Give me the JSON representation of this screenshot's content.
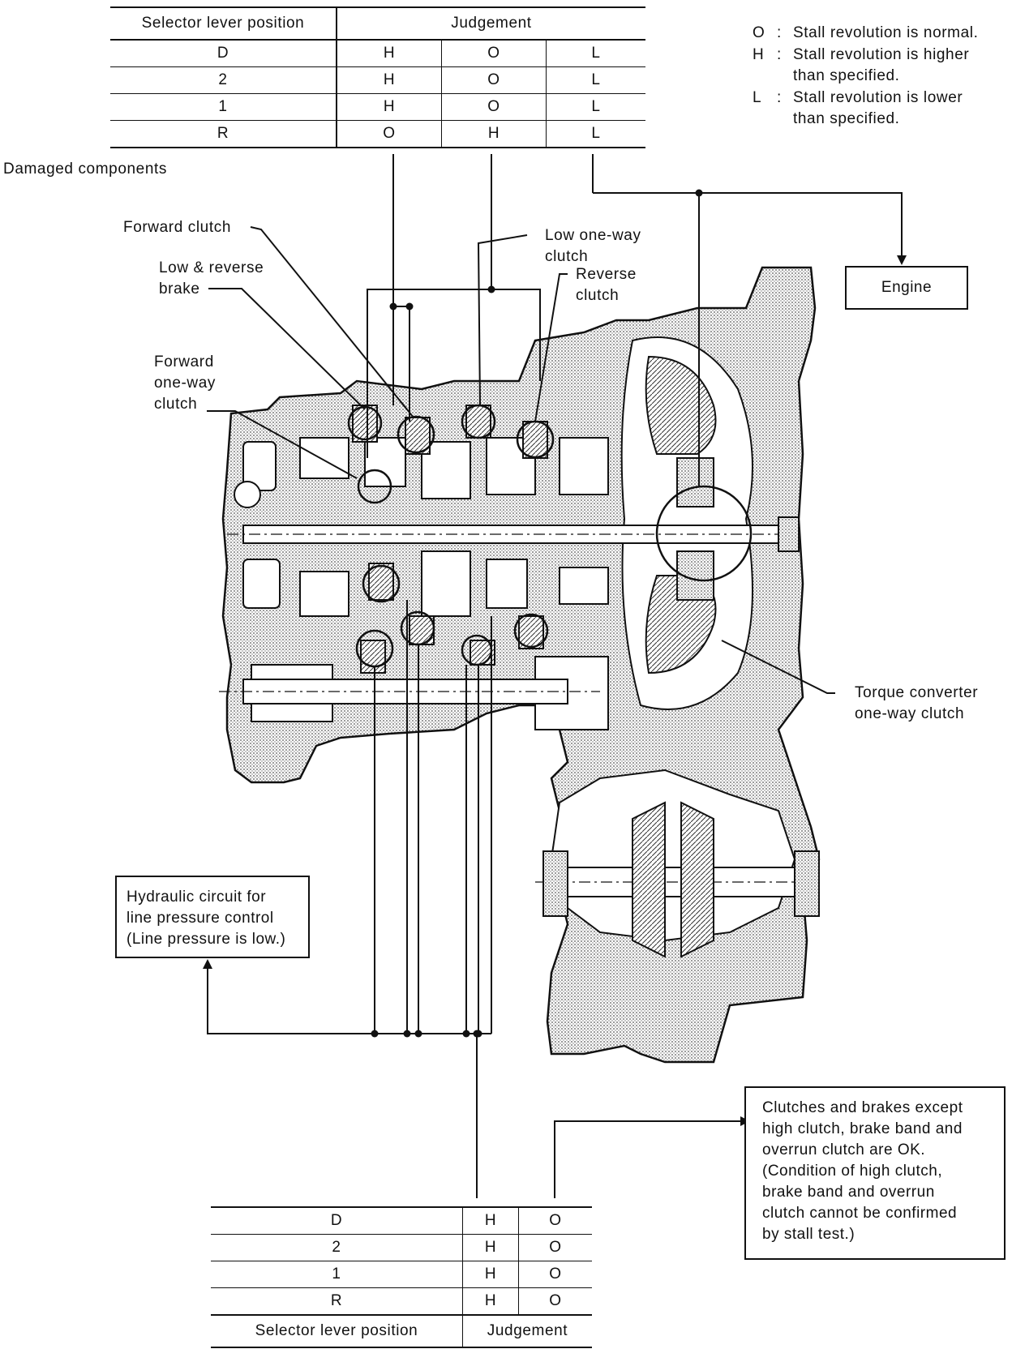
{
  "top_table": {
    "header_position": "Selector lever position",
    "header_judgement": "Judgement",
    "rows": [
      {
        "position": "D",
        "j1": "H",
        "j2": "O",
        "j3": "L"
      },
      {
        "position": "2",
        "j1": "H",
        "j2": "O",
        "j3": "L"
      },
      {
        "position": "1",
        "j1": "H",
        "j2": "O",
        "j3": "L"
      },
      {
        "position": "R",
        "j1": "O",
        "j2": "H",
        "j3": "L"
      }
    ]
  },
  "legend": [
    {
      "symbol": "O",
      "sep": ":",
      "text": "Stall revolution is normal.",
      "text2": ""
    },
    {
      "symbol": "H",
      "sep": ":",
      "text": "Stall revolution is higher",
      "text2": "than specified."
    },
    {
      "symbol": "L",
      "sep": ":",
      "text": "Stall revolution is lower",
      "text2": "than specified."
    }
  ],
  "damaged_components_label": "Damaged components",
  "labels": {
    "forward_clutch": "Forward clutch",
    "low_reverse_brake_1": "Low & reverse",
    "low_reverse_brake_2": "brake",
    "forward_oneway_1": "Forward",
    "forward_oneway_2": "one-way",
    "forward_oneway_3": "clutch",
    "low_oneway_1": "Low one-way",
    "low_oneway_2": "clutch",
    "reverse_clutch_1": "Reverse",
    "reverse_clutch_2": "clutch",
    "torque_conv_1": "Torque converter",
    "torque_conv_2": "one-way clutch"
  },
  "engine_box": "Engine",
  "hydraulic_box": [
    "Hydraulic circuit for",
    "line pressure control",
    "(Line pressure is low.)"
  ],
  "clutches_box": [
    "Clutches and brakes except",
    "high clutch, brake band and",
    "overrun clutch are OK.",
    "(Condition of high clutch,",
    "brake band and overrun",
    "clutch cannot be confirmed",
    "by stall test.)"
  ],
  "bottom_table": {
    "rows": [
      {
        "position": "D",
        "j1": "H",
        "j2": "O"
      },
      {
        "position": "2",
        "j1": "H",
        "j2": "O"
      },
      {
        "position": "1",
        "j1": "H",
        "j2": "O"
      },
      {
        "position": "R",
        "j1": "H",
        "j2": "O"
      }
    ],
    "footer_position": "Selector lever position",
    "footer_judgement": "Judgement"
  }
}
